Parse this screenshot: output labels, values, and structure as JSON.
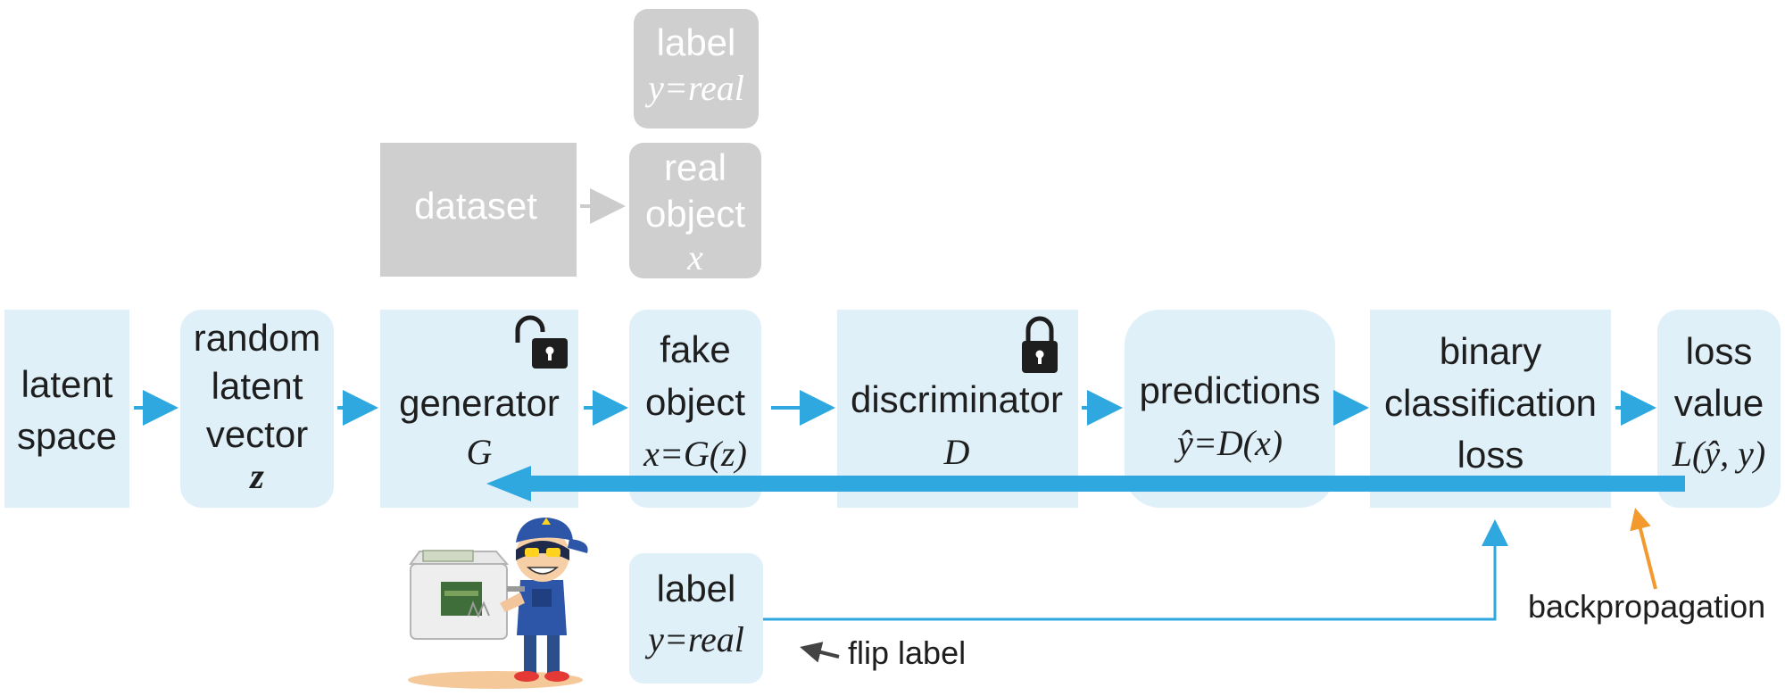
{
  "nodes": {
    "latent_space": {
      "line1": "latent",
      "line2": "space"
    },
    "random_vector": {
      "line1": "random",
      "line2": "latent",
      "line3": "vector",
      "math": "z"
    },
    "generator": {
      "label": "generator",
      "math": "G"
    },
    "fake_object": {
      "line1": "fake",
      "line2": "object",
      "math": "x=G(z)"
    },
    "discriminator": {
      "label": "discriminator",
      "math": "D"
    },
    "predictions": {
      "label": "predictions",
      "math": "ŷ=D(x)"
    },
    "bce_loss": {
      "line1": "binary",
      "line2": "classification",
      "line3": "loss"
    },
    "loss_value": {
      "line1": "loss",
      "line2": "value",
      "math": "L(ŷ, y)"
    },
    "dataset": {
      "label": "dataset"
    },
    "real_object": {
      "line1": "real",
      "line2": "object",
      "math": "x"
    },
    "label_real_top": {
      "label": "label",
      "math": "y=real"
    },
    "label_real_bottom": {
      "label": "label",
      "math": "y=real"
    }
  },
  "annotations": {
    "backpropagation": "backpropagation",
    "flip_label": "flip label"
  },
  "colors": {
    "box_fill": "#dff0f9",
    "gray_fill": "#cfcfcf",
    "arrow_blue": "#2ea8df",
    "arrow_orange": "#f29a2e",
    "arrow_gray": "#cccccc",
    "dark": "#1e1e1e"
  }
}
